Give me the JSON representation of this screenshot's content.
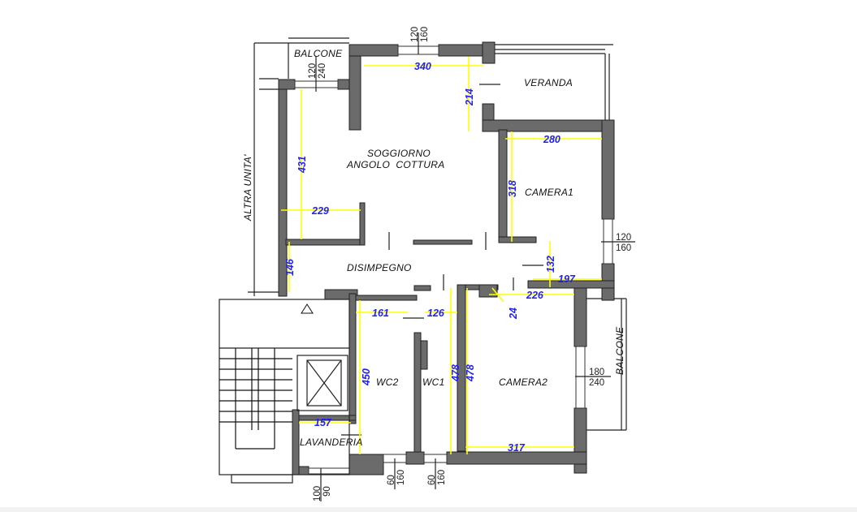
{
  "rooms": {
    "balcone_top": "BALCONE",
    "veranda": "VERANDA",
    "soggiorno_1": "SOGGIORNO",
    "soggiorno_2": "ANGOLO  COTTURA",
    "camera1": "CAMERA1",
    "disimpegno": "DISIMPEGNO",
    "altra_unita": "ALTRA UNITA'",
    "wc2": "WC2",
    "wc1": "WC1",
    "camera2": "CAMERA2",
    "lavanderia": "LAVANDERIA",
    "balcone_right": "BALCONE"
  },
  "dimensions": {
    "d340": "340",
    "d214": "214",
    "d431": "431",
    "d229": "229",
    "d280": "280",
    "d318": "318",
    "d146": "146",
    "d132": "132",
    "d197": "197",
    "d226": "226",
    "d24": "24",
    "d161": "161",
    "d126": "126",
    "d450": "450",
    "d478a": "478",
    "d478b": "478",
    "d157": "157",
    "d317": "317"
  },
  "windows": {
    "top_w": "120",
    "top_h": "160",
    "balc_w": "120",
    "balc_h": "240",
    "cam1_w": "120",
    "cam1_h": "160",
    "cam2_w": "180",
    "cam2_h": "240",
    "lav_w": "100",
    "lav_h": "90",
    "wc2_w": "60",
    "wc2_h": "160",
    "wc1_w": "60",
    "wc1_h": "160"
  },
  "colors": {
    "dimension_line": "#ffff00",
    "dimension_text": "#2020ff",
    "wall": "#6b6b6b"
  }
}
